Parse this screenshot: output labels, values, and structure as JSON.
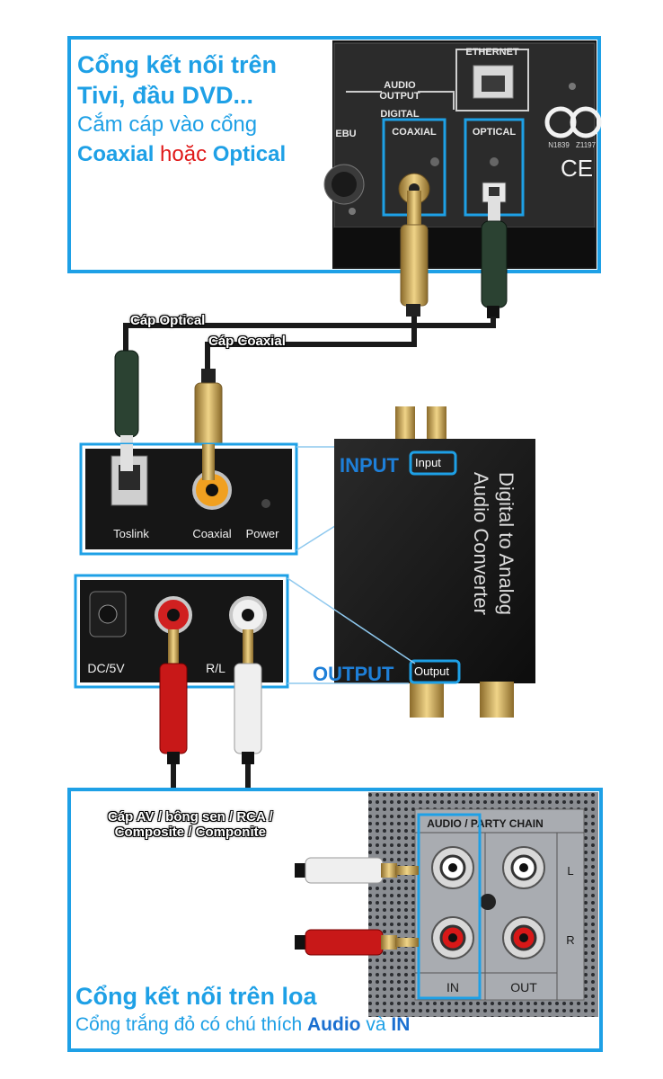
{
  "top_panel": {
    "title_line1": "Cổng kết nối trên",
    "title_line2": "Tivi, đầu DVD...",
    "sub_line1": "Cắm cáp vào cổng",
    "sub_coaxial": "Coaxial",
    "sub_or": "hoặc",
    "sub_optical": "Optical",
    "device_labels": {
      "ethernet": "ETHERNET",
      "audio_output": "AUDIO",
      "audio_output2": "OUTPUT",
      "digital": "DIGITAL",
      "coaxial": "COAXIAL",
      "optical": "OPTICAL",
      "ebu": "EBU",
      "n1839": "N1839",
      "z1197": "Z1197",
      "ce": "CE"
    }
  },
  "cables": {
    "optical_label": "Cáp Optical",
    "coaxial_label": "Cáp Coaxial",
    "av_label_line1": "Cáp AV / bông sen / RCA /",
    "av_label_line2": "Composite / Componite"
  },
  "converter": {
    "input_label": "INPUT",
    "input_tag": "Input",
    "output_label": "OUTPUT",
    "output_tag": "Output",
    "body_text_line1": "Digital  to Analog",
    "body_text_line2": "Audio Converter",
    "input_panel": {
      "toslink": "Toslink",
      "coaxial": "Coaxial",
      "power": "Power"
    },
    "output_panel": {
      "dc": "DC/5V",
      "rl": "R/L"
    }
  },
  "bottom_panel": {
    "title": "Cổng kết nối trên loa",
    "sub_prefix": "Cổng trắng đỏ có chú thích",
    "sub_audio": "Audio",
    "sub_and": "và",
    "sub_in": "IN",
    "device_labels": {
      "audio_party": "AUDIO / PARTY CHAIN",
      "l": "L",
      "r": "R",
      "in": "IN",
      "out": "OUT"
    }
  },
  "colors": {
    "accent_blue": "#1ea0e6",
    "red": "#e01818",
    "device_dark": "#1c1c1c"
  }
}
